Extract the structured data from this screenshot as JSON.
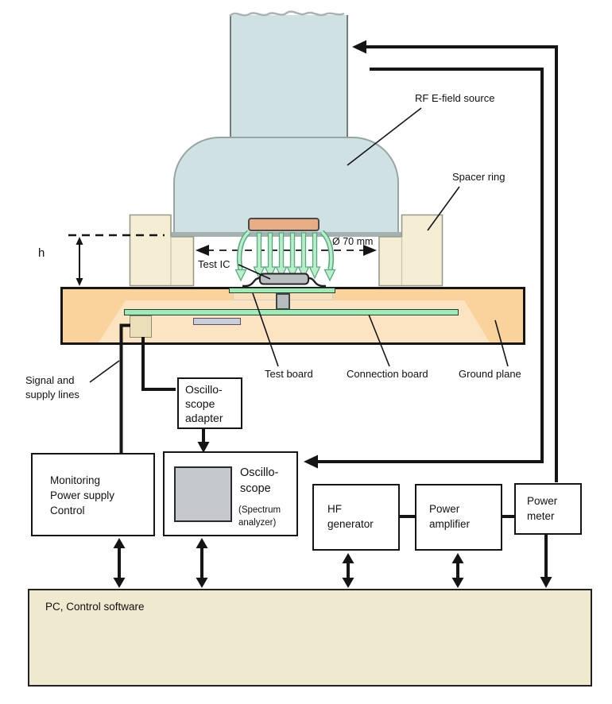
{
  "labels": {
    "rf_source": "RF E-field source",
    "spacer_ring": "Spacer ring",
    "diameter": "Ø 70 mm",
    "height": "h",
    "test_ic": "Test IC",
    "signal_supply_1": "Signal and",
    "signal_supply_2": "supply lines",
    "test_board": "Test board",
    "connection_board": "Connection board",
    "ground_plane": "Ground plane"
  },
  "boxes": {
    "monitoring": {
      "line1": "Monitoring",
      "line2": "Power supply",
      "line3": "Control"
    },
    "adapter": {
      "line1": "Oscillo-",
      "line2": "scope",
      "line3": "adapter"
    },
    "oscilloscope": {
      "line1": "Oscillo-",
      "line2": "scope",
      "sub1": "(Spectrum",
      "sub2": "analyzer)"
    },
    "hf_generator": {
      "line1": "HF",
      "line2": "generator"
    },
    "power_amplifier": {
      "line1": "Power",
      "line2": "amplifier"
    },
    "power_meter": {
      "line1": "Power",
      "line2": "meter"
    },
    "pc": {
      "label": "PC, Control software"
    }
  },
  "colors": {
    "source": "#cfe1e3",
    "spacer": "#f5eed5",
    "slab": "#fad29c",
    "slabInner": "#fce4c2",
    "boardGreen": "#9debb6",
    "electrode": "#e9ad85",
    "pcBox": "#efe9d0",
    "arrowGreenFill": "#b9eec9",
    "arrowGreenStroke": "#55ab7f",
    "line": "#151515"
  }
}
